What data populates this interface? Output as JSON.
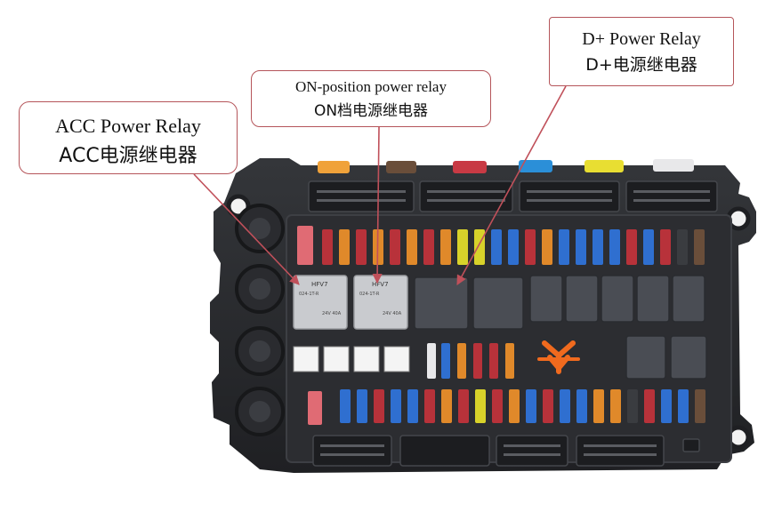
{
  "callouts": {
    "acc": {
      "en": "ACC Power Relay",
      "cn": "ACC电源继电器"
    },
    "on": {
      "en": "ON-position power relay",
      "cn": "ON档电源继电器"
    },
    "dplus": {
      "en": "D+ Power Relay",
      "cn": "D+电源继电器"
    }
  },
  "relays": {
    "brand": "HFV7",
    "model": "024-1T-R",
    "rating": "24V 40A"
  },
  "colors": {
    "housing": "#2a2b2e",
    "callout_border": "#b5555a",
    "arrow": "#c0505a",
    "fuse_blue": "#2f6fd0",
    "fuse_red": "#b8323a",
    "fuse_orange": "#e0892a",
    "fuse_yellow": "#d8d22a",
    "fuse_pink": "#e06b74",
    "puller_orange": "#f06a1e"
  }
}
